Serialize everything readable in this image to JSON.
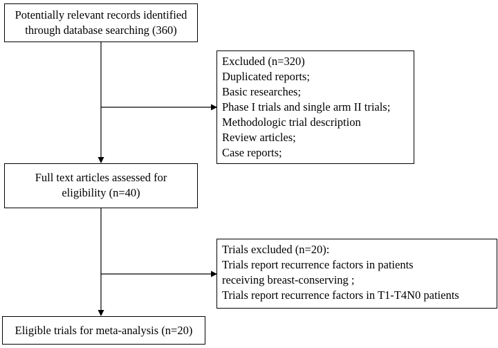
{
  "boxes": {
    "identified": {
      "lines": [
        "Potentially relevant records identified",
        "through database searching (360)"
      ]
    },
    "excluded1": {
      "lines": [
        "Excluded (n=320)",
        "Duplicated reports;",
        "Basic researches;",
        "Phase I trials and single arm II trials;",
        "Methodologic trial description",
        "Review articles;",
        "Case reports;"
      ]
    },
    "fulltext": {
      "lines": [
        "Full text articles assessed for",
        "eligibility  (n=40)"
      ]
    },
    "excluded2": {
      "lines": [
        "Trials excluded (n=20):",
        "Trials report recurrence factors in patients",
        "receiving breast-conserving ;",
        "Trials report recurrence factors in T1-T4N0 patients"
      ]
    },
    "eligible": {
      "lines": [
        "Eligible trials for meta-analysis (n=20)"
      ]
    }
  }
}
